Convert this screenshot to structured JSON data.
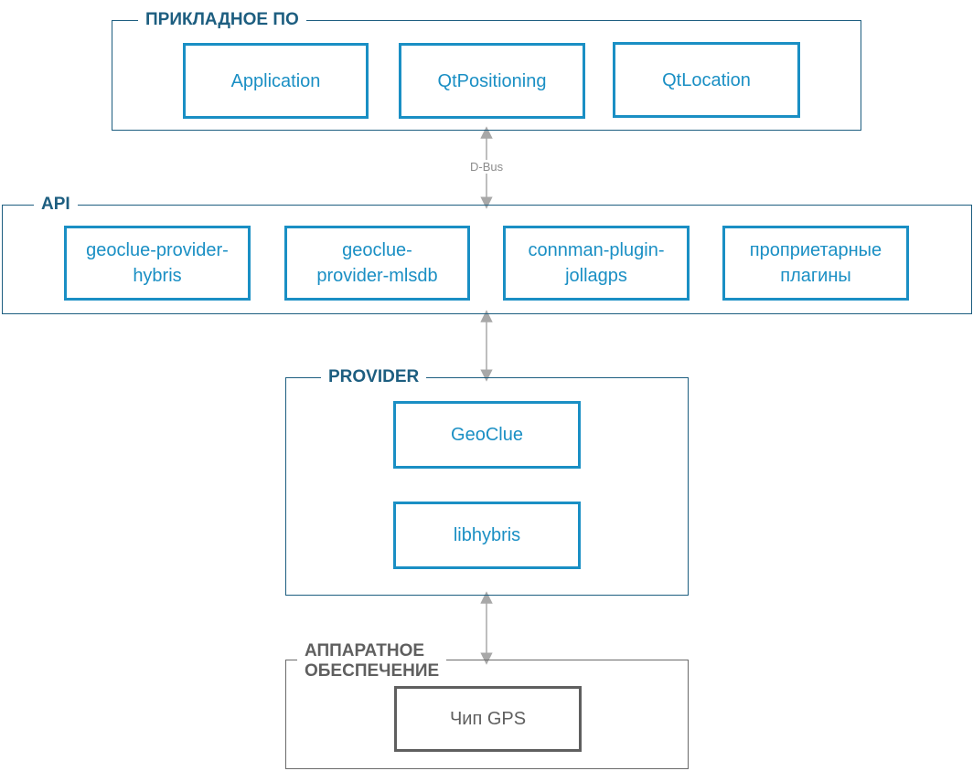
{
  "groups": {
    "app": {
      "title": "ПРИКЛАДНОЕ ПО"
    },
    "api": {
      "title": "API"
    },
    "provider": {
      "title": "PROVIDER"
    },
    "hardware": {
      "title": "АППАРАТНОЕ\nОБЕСПЕЧЕНИЕ"
    }
  },
  "nodes": {
    "application": "Application",
    "qtpositioning": "QtPositioning",
    "qtlocation": "QtLocation",
    "geoclue_hybris": "geoclue-provider-\nhybris",
    "geoclue_mlsdb": "geoclue-\nprovider-mlsdb",
    "connman_jolla": "connman-plugin-\njollagps",
    "proprietary": "проприетарные\nплагины",
    "geoclue": "GeoClue",
    "libhybris": "libhybris",
    "gps_chip": "Чип GPS"
  },
  "edges": {
    "dbus_label": "D-Bus"
  },
  "colors": {
    "group_border": "#1d5e80",
    "node_border": "#1a8fc4",
    "hardware": "#5f5f5f",
    "connector": "#a8a8a8"
  }
}
